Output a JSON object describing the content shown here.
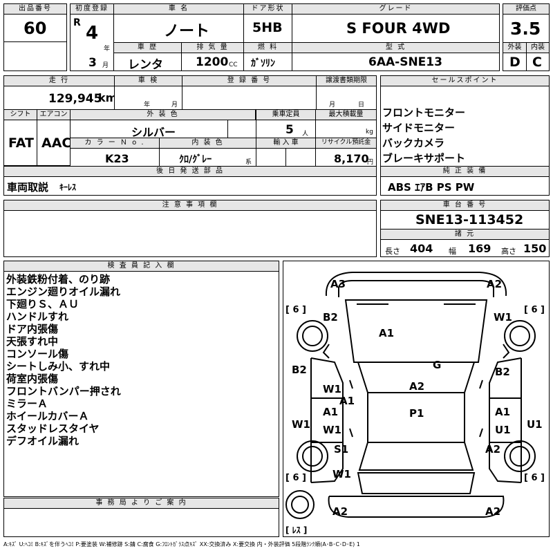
{
  "top": {
    "lot_label": "出品番号",
    "lot_value": "60",
    "reg_label": "初度登録",
    "reg_era": "R",
    "reg_year": "4",
    "year_unit": "年",
    "reg_month": "3",
    "month_unit": "月",
    "name_label": "車 名",
    "name_value": "ノート",
    "door_label": "ドア形状",
    "door_value": "5HB",
    "grade_label": "グレード",
    "grade_value": "S FOUR 4WD",
    "score_label": "評価点",
    "score_value": "3.5",
    "history_label": "車 歴",
    "history_value": "レンタ",
    "cc_label": "排 気 量",
    "cc_value": "1200",
    "cc_unit": "CC",
    "fuel_label": "燃 料",
    "fuel_value": "ｶﾞｿﾘﾝ",
    "model_label": "型 式",
    "model_value": "6AA-SNE13",
    "ext_label": "外装",
    "ext_value": "D",
    "int_label": "内装",
    "int_value": "C"
  },
  "mid": {
    "mileage_label": "走 行",
    "mileage_value": "129,945",
    "mileage_unit": "km",
    "inspect_label": "車 検",
    "inspect_year_unit": "年",
    "inspect_month_unit": "月",
    "regno_label": "登 録 番 号",
    "transfer_label": "譲渡書類期限",
    "transfer_month_unit": "月",
    "transfer_day_unit": "日",
    "shift_label": "シフト",
    "shift_value": "FAT",
    "ac_label": "エアコン",
    "ac_value": "AAC",
    "color_label": "外 装 色",
    "color_value": "シルバー",
    "cap_label": "乗車定員",
    "cap_value": "5",
    "cap_unit": "人",
    "load_label": "最大積載量",
    "load_unit": "kg",
    "colorno_label": "カ ラ ー Ｎ o .",
    "colorno_value": "K23",
    "interior_label": "内 装 色",
    "interior_value": "ｸﾛ/ｸﾞﾚｰ",
    "interior_unit": "系",
    "import_label": "輸 入 車",
    "recycle_label": "リサイクル預託金",
    "recycle_value": "8,170",
    "recycle_unit": "円",
    "later_label": "後 日 発 送 部 品",
    "later_value_main": "車両取説",
    "later_value_sub": "ｷｰﾚｽ"
  },
  "sales": {
    "label": "セールスポイント",
    "items": [
      "フロントモニター",
      "サイドモニター",
      "バックカメラ",
      "ブレーキサポート"
    ]
  },
  "equip": {
    "label": "純 正 装 備",
    "value": "ABS ｴｱB PS PW"
  },
  "notes": {
    "label": "注 意 事 項 欄"
  },
  "chassis": {
    "label": "車 台 番 号",
    "value": "SNE13-113452",
    "spec_label": "諸 元",
    "len_label": "長さ",
    "len_value": "404",
    "wid_label": "幅",
    "wid_value": "169",
    "hei_label": "高さ",
    "hei_value": "150"
  },
  "inspector": {
    "label": "検 査 員 記 入 欄",
    "items": [
      "外装鉄粉付着、のり跡",
      "エンジン廻りオイル漏れ",
      "下廻りＳ、ＡＵ",
      "ハンドルすれ",
      "ドア内張傷",
      "天張すれ中",
      "コンソール傷",
      "シートしみ小、すれ中",
      "荷室内張傷",
      "フロントバンパー押され",
      "ミラーＡ",
      "ホイールカバーＡ",
      "スタッドレスタイヤ",
      "デフオイル漏れ"
    ]
  },
  "office": {
    "label": "事 務 局 よ り ご 案 内"
  },
  "diagram": {
    "marks": {
      "a3": "A3",
      "a2_top": "A2",
      "b2_l": "B2",
      "w1_r": "W1",
      "a1_hood": "A1",
      "g": "G",
      "b2_ll": "B2",
      "b2_r": "B2",
      "w1_l": "W1",
      "a2_c": "A2",
      "a1_c": "A1",
      "a1_l": "A1",
      "p1": "P1",
      "a1_r": "A1",
      "w1_l2": "W1",
      "u1_r": "U1",
      "w1_ll": "W1",
      "u1_rr": "U1",
      "s1": "S1",
      "a2_r2": "A2",
      "w1_b": "W1",
      "a2_bl": "A2",
      "a2_br": "A2"
    },
    "tire": {
      "fl": "[ 6 ]",
      "fr": "[ 6 ]",
      "rl": "[ 6 ]",
      "rr": "[ 6 ]",
      "spare": "[ ﾚｽ ]"
    }
  },
  "legend": "A:ｷｽﾞ U:ﾍｺﾐ B:ｷｽﾞを伴うﾍｺﾐ P:要塗装 W:補修跡 S:錆 C:腐食 G:ﾌﾛﾝﾄｶﾞﾗｽ点ｷｽﾞ XX:交換済み X:要交換 内・外装評価 5段階ﾗﾝｸ順(A･B･C･D･E) 1"
}
